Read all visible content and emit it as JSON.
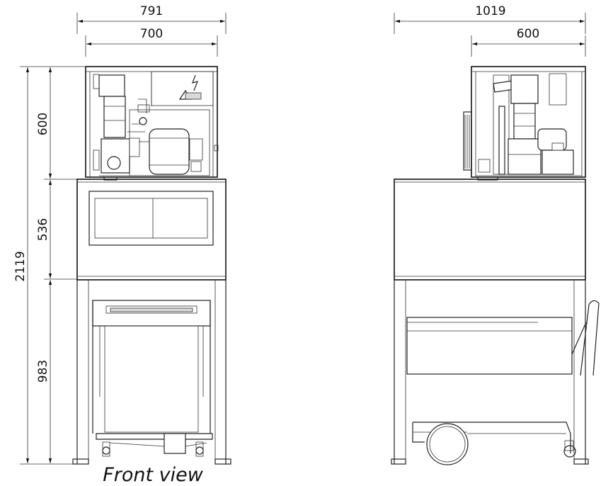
{
  "dimensions": {
    "front_overall_width": "791",
    "front_inner_width": "700",
    "side_overall_width": "1019",
    "side_inner_width": "600",
    "total_height": "2119",
    "head_height": "600",
    "bin_height": "536",
    "stand_height": "983"
  },
  "captions": {
    "front": "Front view"
  },
  "icons": {
    "warning": "electric-hazard-warning-icon"
  },
  "colors": {
    "line": "#222222",
    "background": "#ffffff"
  }
}
